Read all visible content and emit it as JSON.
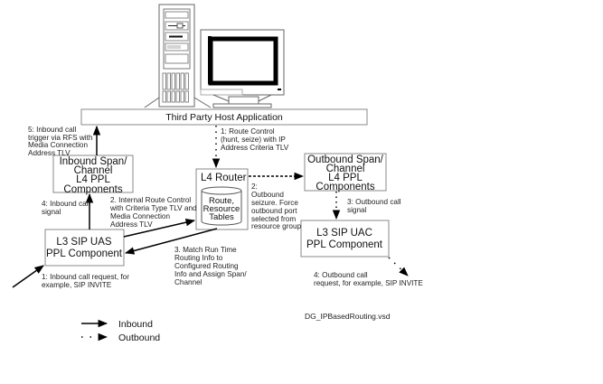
{
  "diagram": {
    "host": {
      "label": "Third Party Host Application"
    },
    "nodes": {
      "inbound_span": {
        "lines": [
          "Inbound Span/",
          "Channel",
          "L4 PPL",
          "Components"
        ]
      },
      "l4_router": {
        "title": "L4 Router",
        "table_lines": [
          "Route,",
          "Resource",
          "Tables"
        ]
      },
      "outbound_span": {
        "lines": [
          "Outbound Span/",
          "Channel",
          "L4 PPL",
          "Components"
        ]
      },
      "l3_sip_uas": {
        "lines": [
          "L3 SIP UAS",
          "PPL Component"
        ]
      },
      "l3_sip_uac": {
        "lines": [
          "L3 SIP UAC",
          "PPL Component"
        ]
      }
    },
    "annotations": {
      "inbound_5": [
        "5: Inbound call",
        "trigger via RFS with",
        "Media Connection",
        "Address TLV"
      ],
      "route_control_1": [
        "1: Route Control",
        "(hunt, seize) with IP",
        "Address Criteria TLV"
      ],
      "inbound_4": [
        "4: Inbound call",
        "signal"
      ],
      "internal_route_2": [
        "2. Internal Route Control",
        "with Criteria Type TLV and",
        "Media Connection",
        "Address TLV"
      ],
      "outbound_seizure_2": [
        "2:",
        "Outbound",
        "seizure. Force",
        "outbound port",
        "selected from",
        "resource group"
      ],
      "outbound_3": [
        "3: Outbound call",
        "signal"
      ],
      "match_3": [
        "3. Match Run Time",
        "Routing Info to",
        "Configured Routing",
        "Info and Assign Span/",
        "Channel"
      ],
      "inbound_1": [
        "1: Inbound call request, for",
        "example, SIP INVITE"
      ],
      "outbound_4": [
        "4: Outbound call",
        "request, for example, SIP INVITE"
      ]
    },
    "legend": {
      "inbound": {
        "label": "Inbound",
        "style": "solid"
      },
      "outbound": {
        "label": "Outbound",
        "style": "dotted"
      }
    },
    "filename": "DG_IPBasedRouting.vsd",
    "icons": [
      "tower-computer-icon",
      "crt-monitor-icon",
      "database-cylinder-icon"
    ]
  }
}
